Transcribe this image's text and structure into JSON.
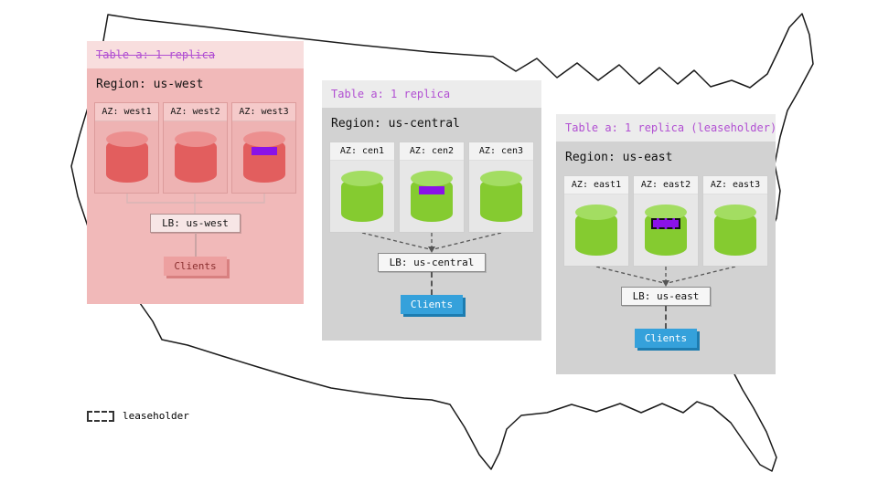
{
  "legend": {
    "label": "leaseholder"
  },
  "regions": {
    "west": {
      "table_label": "Table a: 1 replica",
      "table_label_struck": true,
      "region_label": "Region: us-west",
      "azs": [
        {
          "label": "AZ: west1",
          "has_replica": false,
          "leaseholder": false
        },
        {
          "label": "AZ: west2",
          "has_replica": false,
          "leaseholder": false
        },
        {
          "label": "AZ: west3",
          "has_replica": true,
          "leaseholder": false
        }
      ],
      "lb_label": "LB: us-west",
      "clients_label": "Clients"
    },
    "central": {
      "table_label": "Table a: 1 replica",
      "table_label_struck": false,
      "region_label": "Region: us-central",
      "azs": [
        {
          "label": "AZ: cen1",
          "has_replica": false,
          "leaseholder": false
        },
        {
          "label": "AZ: cen2",
          "has_replica": true,
          "leaseholder": false
        },
        {
          "label": "AZ: cen3",
          "has_replica": false,
          "leaseholder": false
        }
      ],
      "lb_label": "LB: us-central",
      "clients_label": "Clients"
    },
    "east": {
      "table_label": "Table a: 1 replica (leaseholder)",
      "table_label_struck": false,
      "region_label": "Region: us-east",
      "azs": [
        {
          "label": "AZ: east1",
          "has_replica": false,
          "leaseholder": false
        },
        {
          "label": "AZ: east2",
          "has_replica": true,
          "leaseholder": true
        },
        {
          "label": "AZ: east3",
          "has_replica": false,
          "leaseholder": false
        }
      ],
      "lb_label": "LB: us-east",
      "clients_label": "Clients"
    }
  },
  "colors": {
    "table_label_text": "#b14fd2",
    "replica_chip": "#8a12e8",
    "west_cylinder": "#e25e5e",
    "green_cylinder": "#85cb30",
    "clients_blue": "#35a1db",
    "clients_west": "#eda0a0"
  }
}
